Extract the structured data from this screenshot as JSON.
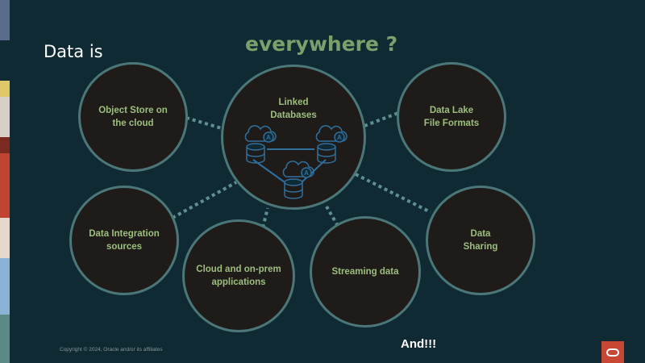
{
  "title": {
    "prefix": "Data is",
    "main": "everywhere ?"
  },
  "center_node": {
    "label": "Linked\nDatabases"
  },
  "nodes": [
    {
      "id": "object-store",
      "label": "Object Store on\nthe cloud"
    },
    {
      "id": "data-lake",
      "label": "Data Lake\nFile Formats"
    },
    {
      "id": "data-integration",
      "label": "Data Integration\nsources"
    },
    {
      "id": "cloud-apps",
      "label": "Cloud and on-prem\napplications"
    },
    {
      "id": "streaming",
      "label": "Streaming data"
    },
    {
      "id": "data-sharing",
      "label": "Data\nSharing"
    }
  ],
  "footer": {
    "copyright": "Copyright © 2024, Oracle and/or its affiliates",
    "tagline": "And!!!"
  },
  "colors": {
    "background": "#0f2a33",
    "node_fill": "#1f1b19",
    "node_border": "#4b7779",
    "label_green": "#9cbf7e",
    "title_green": "#7d9f6c",
    "oracle_red": "#c74634",
    "db_icon": "#2f6f9e"
  },
  "icons": {
    "center": "database-cloud-icon",
    "brand": "oracle-logo-icon"
  }
}
